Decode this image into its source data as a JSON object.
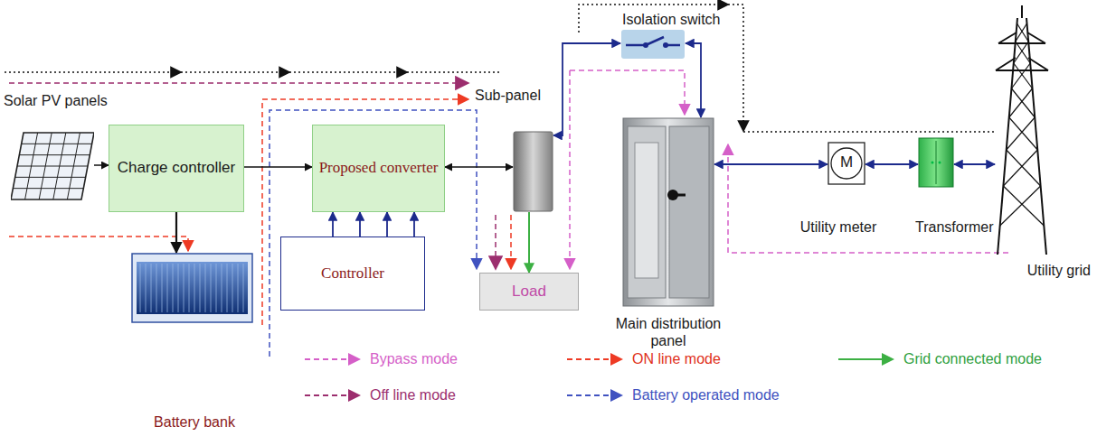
{
  "diagram": {
    "nodes": [
      {
        "text": [
          "Solar PV panels"
        ]
      },
      {
        "text": [
          "Charge controller"
        ]
      },
      {
        "text": [
          "Proposed converter"
        ]
      },
      {
        "text": [
          "Controller"
        ]
      },
      {
        "text": [
          "Battery bank"
        ]
      },
      {
        "text": [
          "Sub-panel"
        ]
      },
      {
        "text": [
          "Load"
        ]
      },
      {
        "text": [
          "Isolation switch"
        ]
      },
      {
        "text": [
          "Main distribution panel"
        ]
      },
      {
        "text": [
          "M",
          "Utility meter"
        ]
      },
      {
        "text": [
          "Transformer"
        ]
      },
      {
        "text": [
          "Utility grid"
        ]
      }
    ],
    "edges": [
      {
        "from": 0,
        "to": 1,
        "arrow": "to"
      },
      {
        "from": 1,
        "to": 4,
        "arrow": "to"
      },
      {
        "from": 1,
        "to": 2,
        "arrow": "to"
      },
      {
        "from": 2,
        "to": 5,
        "arrow": "both"
      },
      {
        "from": 3,
        "to": 2,
        "arrow": "to"
      },
      {
        "from": 3,
        "to": 2,
        "arrow": "to"
      },
      {
        "from": 3,
        "to": 2,
        "arrow": "to"
      },
      {
        "from": 3,
        "to": 2,
        "arrow": "to"
      },
      {
        "from": 5,
        "to": 6,
        "arrow": "to"
      },
      {
        "from": 5,
        "to": 7,
        "arrow": "both"
      },
      {
        "from": 7,
        "to": 8,
        "arrow": "both"
      },
      {
        "from": 8,
        "to": 9,
        "arrow": "both"
      },
      {
        "from": 9,
        "to": 10,
        "arrow": "both"
      },
      {
        "from": 10,
        "to": 11,
        "arrow": "both"
      }
    ],
    "legend": [
      {
        "text": "Bypass mode"
      },
      {
        "text": "ON line mode"
      },
      {
        "text": "Grid connected mode"
      },
      {
        "text": "Off line mode"
      },
      {
        "text": "Battery operated mode"
      }
    ]
  }
}
